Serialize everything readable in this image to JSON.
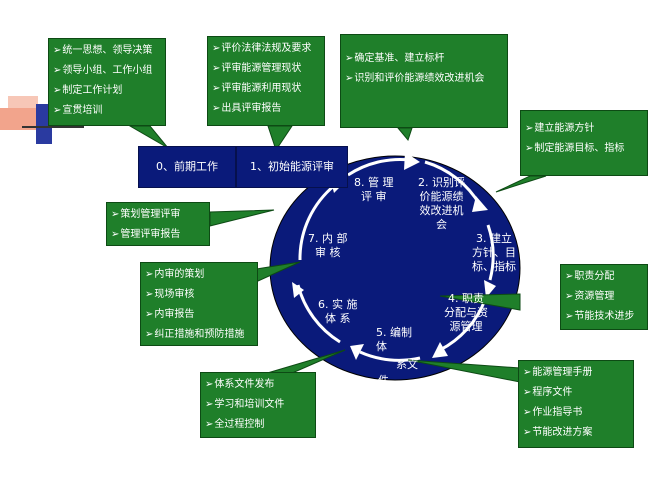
{
  "boxes": {
    "top_left": [
      "统一思想、领导决策",
      "领导小组、工作小组",
      "制定工作计划",
      "宣贯培训"
    ],
    "top_mid": [
      "评价法律法规及要求",
      "评审能源管理现状",
      "评审能源利用现状",
      "出具评审报告"
    ],
    "top_right": [
      "确定基准、建立标杆",
      "识别和评价能源绩效改进机会"
    ],
    "right_top": [
      "建立能源方针",
      "制定能源目标、指标"
    ],
    "left_mid": [
      "策划管理评审",
      "管理评审报告"
    ],
    "right_mid": [
      "职责分配",
      "资源管理",
      "节能技术进步"
    ],
    "left_lower": [
      "内审的策划",
      "现场审核",
      "内审报告",
      "纠正措施和预防措施"
    ],
    "bottom_left": [
      "体系文件发布",
      "学习和培训文件",
      "全过程控制"
    ],
    "bottom_right": [
      "能源管理手册",
      "程序文件",
      "作业指导书",
      "节能改进方案"
    ]
  },
  "tabs": {
    "phase0": "0、前期工作",
    "phase1": "1、初始能源评审"
  },
  "segments": {
    "s2": "2. 识别评\n价能源绩\n效改进机\n会",
    "s3": "3. 建立\n方针、目\n标、指标",
    "s4": "4. 职责\n分配与资\n源管理",
    "s5a": "5. 编制\n体",
    "s5b": "系文",
    "s5c": "件",
    "s6": "6. 实 施\n体 系",
    "s7": "7. 内 部\n审 核",
    "s8": "8. 管 理\n评 审"
  },
  "colors": {
    "box_green": "#1f7f2a",
    "ellipse_blue": "#0a1a7a",
    "ring_white": "#ffffff"
  }
}
